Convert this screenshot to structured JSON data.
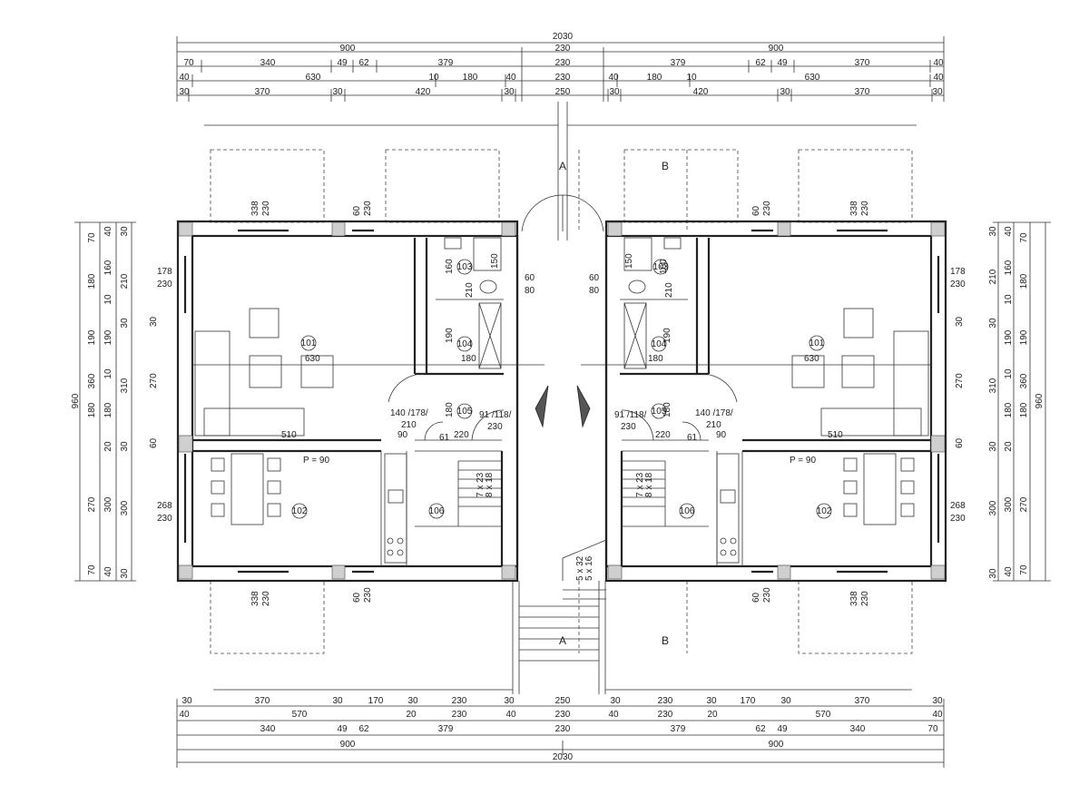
{
  "dimensions": {
    "top": {
      "total": "2030",
      "row1": [
        "900",
        "230",
        "900"
      ],
      "row2": [
        "70",
        "340",
        "49",
        "62",
        "379",
        "230",
        "379",
        "62",
        "49",
        "370",
        "40"
      ],
      "row3": [
        "40",
        "630",
        "10",
        "180",
        "40",
        "230",
        "40",
        "180",
        "10",
        "630",
        "40"
      ],
      "row4": [
        "30",
        "370",
        "30",
        "420",
        "30",
        "250",
        "30",
        "420",
        "30",
        "370",
        "30"
      ]
    },
    "bottom": {
      "row1": [
        "30",
        "370",
        "30",
        "170",
        "30",
        "230",
        "30",
        "250",
        "30",
        "230",
        "30",
        "170",
        "30",
        "370",
        "30"
      ],
      "row2": [
        "40",
        "570",
        "20",
        "230",
        "40",
        "230",
        "40",
        "230",
        "20",
        "570",
        "40"
      ],
      "row3": [
        "340",
        "49",
        "62",
        "379",
        "230",
        "379",
        "62",
        "49",
        "340",
        "70"
      ],
      "row4": [
        "900",
        "900"
      ],
      "total": "2030"
    },
    "left": {
      "total": "960",
      "col1": [
        "70",
        "180",
        "190",
        "360",
        "180",
        "270",
        "70"
      ],
      "col2": [
        "40",
        "160",
        "10",
        "190",
        "10",
        "180",
        "20",
        "300",
        "40"
      ],
      "col3": [
        "30",
        "210",
        "30",
        "310",
        "30",
        "300",
        "30"
      ]
    },
    "right": {
      "total": "960",
      "col1": [
        "30",
        "210",
        "30",
        "310",
        "30",
        "300",
        "30"
      ],
      "col2": [
        "40",
        "160",
        "10",
        "190",
        "10",
        "180",
        "20",
        "300",
        "40"
      ],
      "col3": [
        "70",
        "180",
        "190",
        "360",
        "180",
        "270",
        "70"
      ]
    }
  },
  "openings": {
    "window_top_large": [
      "338",
      "230"
    ],
    "window_top_small": [
      "60",
      "230"
    ],
    "window_side_upper": [
      "178",
      "230"
    ],
    "window_side_lower": [
      "268",
      "230"
    ],
    "window_vert": [
      "270",
      "30",
      "60"
    ],
    "bath_window": [
      "60",
      "80"
    ],
    "door_living": [
      "140 /178/",
      "210"
    ],
    "door_entry": [
      "91 /118/",
      "230"
    ],
    "door_small": [
      "90",
      "61",
      "220"
    ],
    "counter": "510",
    "counter_height": "P = 90",
    "living_width": "630",
    "wc_dims": [
      "160",
      "210",
      "150"
    ],
    "bath_dims": [
      "190",
      "180"
    ],
    "stair_left": [
      "7 x 23",
      "8 x 18"
    ],
    "stair_outside": [
      "5 x 32",
      "5 x 16"
    ]
  },
  "rooms": {
    "living": "101",
    "dining": "102",
    "wc": "103",
    "bath": "104",
    "hall": "105",
    "stair": "106"
  },
  "sections": [
    "A",
    "B"
  ]
}
